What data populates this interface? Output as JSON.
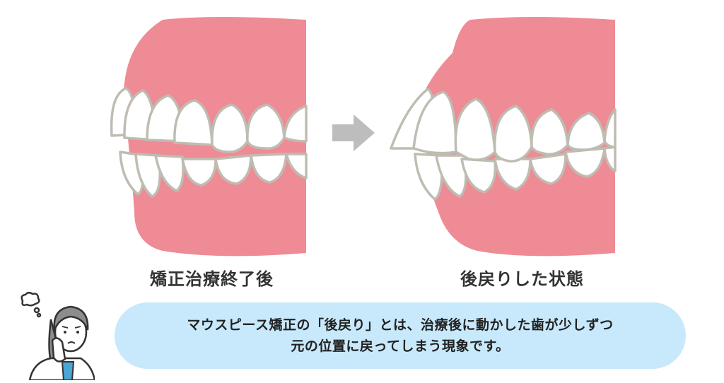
{
  "illustration": {
    "before": {
      "caption": "矯正治療終了後",
      "description": "aligned teeth after orthodontic treatment"
    },
    "after": {
      "caption": "後戻りした状態",
      "description": "teeth after relapse, front teeth protruding"
    },
    "arrow_icon": "arrow-right-icon"
  },
  "note": {
    "line1": "マウスピース矯正の「後戻り」とは、治療後に動かした歯が少しずつ",
    "line2": "元の位置に戻ってしまう現象です。"
  },
  "character": {
    "icon": "worried-woman-icon",
    "thought_icon": "thought-bubble-icon"
  },
  "colors": {
    "gum": "#ef8b95",
    "tooth_fill": "#ffffff",
    "tooth_outline": "#bfbcb2",
    "arrow": "#bdbdbd",
    "bubble": "#c8e9fb",
    "text": "#333333"
  }
}
